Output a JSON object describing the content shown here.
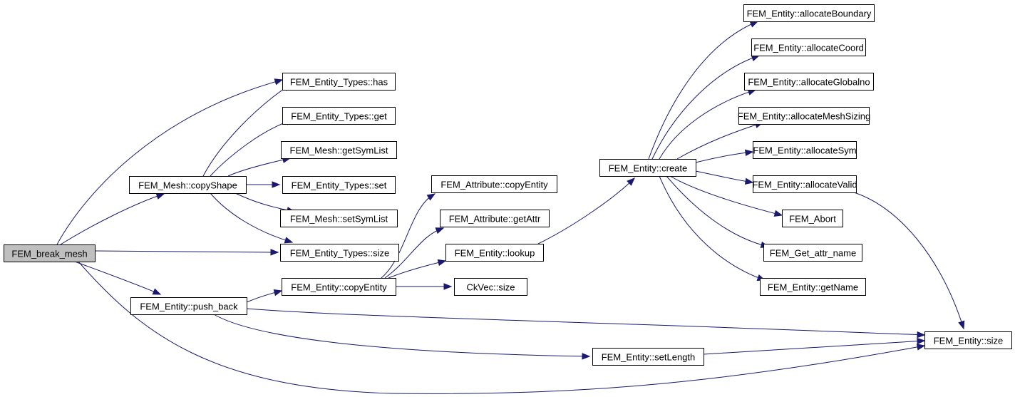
{
  "diagram": {
    "type": "call-graph",
    "root": "FEM_break_mesh",
    "colors": {
      "edge": "#191970",
      "root_fill": "#bfbfbf",
      "node_fill": "#ffffff",
      "border": "#000000"
    },
    "nodes": [
      {
        "id": "break_mesh",
        "label": "FEM_break_mesh",
        "root": true
      },
      {
        "id": "copyShape",
        "label": "FEM_Mesh::copyShape"
      },
      {
        "id": "push_back",
        "label": "FEM_Entity::push_back"
      },
      {
        "id": "et_has",
        "label": "FEM_Entity_Types::has"
      },
      {
        "id": "et_get",
        "label": "FEM_Entity_Types::get"
      },
      {
        "id": "getSymList",
        "label": "FEM_Mesh::getSymList"
      },
      {
        "id": "et_set",
        "label": "FEM_Entity_Types::set"
      },
      {
        "id": "setSymList",
        "label": "FEM_Mesh::setSymList"
      },
      {
        "id": "et_size",
        "label": "FEM_Entity_Types::size"
      },
      {
        "id": "copyEntity",
        "label": "FEM_Entity::copyEntity"
      },
      {
        "id": "attr_copyEntity",
        "label": "FEM_Attribute::copyEntity"
      },
      {
        "id": "getAttr",
        "label": "FEM_Attribute::getAttr"
      },
      {
        "id": "lookup",
        "label": "FEM_Entity::lookup"
      },
      {
        "id": "ckvec_size",
        "label": "CkVec::size"
      },
      {
        "id": "create",
        "label": "FEM_Entity::create"
      },
      {
        "id": "allocBoundary",
        "label": "FEM_Entity::allocateBoundary"
      },
      {
        "id": "allocCoord",
        "label": "FEM_Entity::allocateCoord"
      },
      {
        "id": "allocGlobalno",
        "label": "FEM_Entity::allocateGlobalno"
      },
      {
        "id": "allocMeshSizing",
        "label": "FEM_Entity::allocateMeshSizing"
      },
      {
        "id": "allocSym",
        "label": "FEM_Entity::allocateSym"
      },
      {
        "id": "allocValid",
        "label": "FEM_Entity::allocateValid"
      },
      {
        "id": "abort",
        "label": "FEM_Abort"
      },
      {
        "id": "get_attr_name",
        "label": "FEM_Get_attr_name"
      },
      {
        "id": "getName",
        "label": "FEM_Entity::getName"
      },
      {
        "id": "setLength",
        "label": "FEM_Entity::setLength"
      },
      {
        "id": "entity_size",
        "label": "FEM_Entity::size"
      }
    ],
    "edges": [
      [
        "break_mesh",
        "copyShape"
      ],
      [
        "break_mesh",
        "et_has"
      ],
      [
        "break_mesh",
        "et_size"
      ],
      [
        "break_mesh",
        "push_back"
      ],
      [
        "break_mesh",
        "entity_size"
      ],
      [
        "copyShape",
        "et_has"
      ],
      [
        "copyShape",
        "et_get"
      ],
      [
        "copyShape",
        "getSymList"
      ],
      [
        "copyShape",
        "et_set"
      ],
      [
        "copyShape",
        "setSymList"
      ],
      [
        "copyShape",
        "et_size"
      ],
      [
        "push_back",
        "copyEntity"
      ],
      [
        "push_back",
        "entity_size"
      ],
      [
        "push_back",
        "setLength"
      ],
      [
        "copyEntity",
        "attr_copyEntity"
      ],
      [
        "copyEntity",
        "getAttr"
      ],
      [
        "copyEntity",
        "lookup"
      ],
      [
        "copyEntity",
        "ckvec_size"
      ],
      [
        "lookup",
        "create"
      ],
      [
        "create",
        "allocBoundary"
      ],
      [
        "create",
        "allocCoord"
      ],
      [
        "create",
        "allocGlobalno"
      ],
      [
        "create",
        "allocMeshSizing"
      ],
      [
        "create",
        "allocSym"
      ],
      [
        "create",
        "allocValid"
      ],
      [
        "create",
        "abort"
      ],
      [
        "create",
        "get_attr_name"
      ],
      [
        "create",
        "getName"
      ],
      [
        "allocValid",
        "entity_size"
      ],
      [
        "setLength",
        "entity_size"
      ]
    ]
  }
}
